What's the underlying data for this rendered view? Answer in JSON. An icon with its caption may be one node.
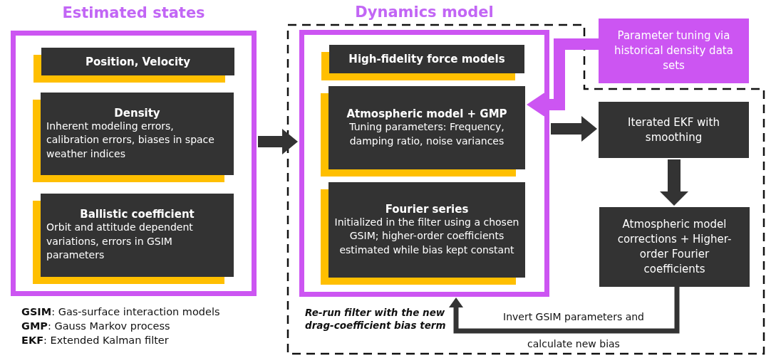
{
  "diagram": {
    "nodes": [
      {
        "text": [
          "Estimated states"
        ]
      },
      {
        "text": [
          "Position, Velocity"
        ],
        "in": 0
      },
      {
        "text": [
          "Density",
          "Inherent modeling errors, calibration errors, biases in space weather indices"
        ],
        "in": 0
      },
      {
        "text": [
          "Ballistic coefficient",
          "Orbit and attitude dependent variations, errors in GSIM parameters"
        ],
        "in": 0
      },
      {
        "text": [
          "Dynamics model"
        ]
      },
      {
        "text": [
          "High-fidelity force models"
        ],
        "in": 4
      },
      {
        "text": [
          "Atmospheric model + GMP",
          "Tuning parameters: Frequency, damping ratio, noise variances"
        ],
        "in": 4
      },
      {
        "text": [
          "Fourier series",
          "Initialized in the filter using a chosen GSIM; higher-order coefficients estimated while bias kept constant"
        ],
        "in": 4
      },
      {
        "text": [
          "Parameter tuning via historical density data sets"
        ]
      },
      {
        "text": [
          "Iterated EKF with smoothing"
        ]
      },
      {
        "text": [
          "Atmospheric model corrections + Higher-order Fourier coefficients"
        ]
      }
    ],
    "edges": [
      {
        "from": 0,
        "to": 4,
        "arrow": "to"
      },
      {
        "from": 8,
        "to": 6,
        "arrow": "to",
        "color": "#cc55f2"
      },
      {
        "from": 4,
        "to": 9,
        "arrow": "to"
      },
      {
        "from": 9,
        "to": 10,
        "arrow": "to"
      },
      {
        "from": 10,
        "to": 4,
        "arrow": "to",
        "label": "Invert GSIM parameters and calculate new bias"
      }
    ],
    "labels": [
      "**GSIM**: Gas-surface interaction models",
      "**GMP**: Gauss Markov process",
      "**EKF**: Extended Kalman filter",
      "Re-run filter with the new drag-coefficient bias term"
    ]
  }
}
